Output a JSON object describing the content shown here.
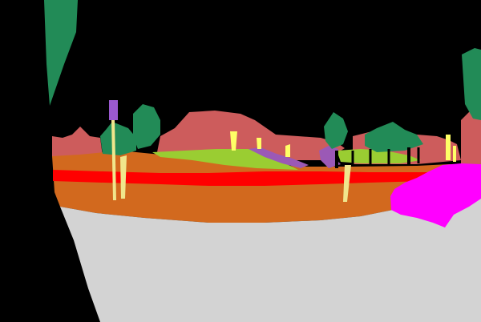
{
  "scene": {
    "kind": "semantic-segmentation",
    "colors": {
      "background": "#000000",
      "road": "#d3d3d3",
      "ground": "#d2691e",
      "red_stripe": "#ff0000",
      "vegetation": "#228b57",
      "terrain": "#9acd32",
      "building": "#cd5c5c",
      "rock": "#9b59b6",
      "pole": "#f0e68c",
      "sign": "#ffff66",
      "fence": "#000000",
      "vehicle": "#ff00ff",
      "marker": "#9b59d0"
    },
    "regions": [
      {
        "name": "road-region",
        "class": "road"
      },
      {
        "name": "ground-region",
        "class": "ground"
      },
      {
        "name": "red-stripe-region",
        "class": "red_stripe"
      },
      {
        "name": "building-region",
        "class": "building"
      },
      {
        "name": "vegetation-region",
        "class": "vegetation"
      },
      {
        "name": "terrain-region",
        "class": "terrain"
      },
      {
        "name": "rock-region",
        "class": "rock"
      },
      {
        "name": "pole-region",
        "class": "pole"
      },
      {
        "name": "sign-region",
        "class": "sign"
      },
      {
        "name": "fence-region",
        "class": "fence"
      },
      {
        "name": "vehicle-region",
        "class": "vehicle"
      },
      {
        "name": "marker-region",
        "class": "marker"
      }
    ]
  }
}
